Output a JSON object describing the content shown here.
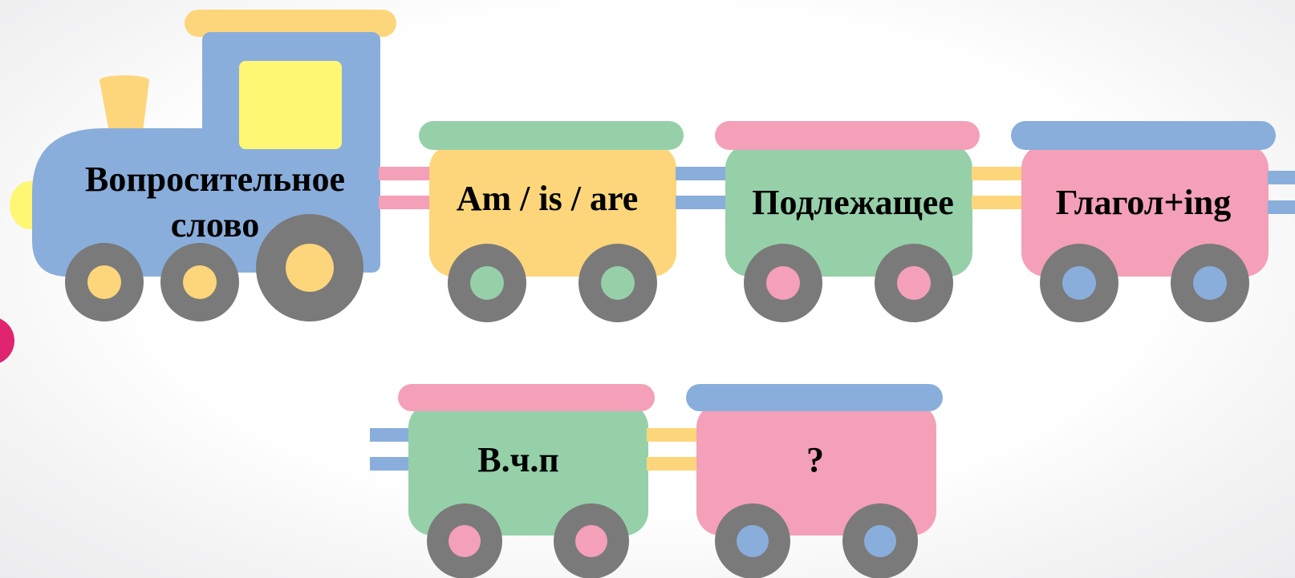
{
  "colors": {
    "blue": "#8aaedb",
    "pink": "#f4a0b8",
    "green": "#95d0a9",
    "yellow": "#fdd67b",
    "bright_yellow": "#fef773",
    "wheel_gray": "#7a7a7a",
    "magenta": "#e0246f"
  },
  "train_top": {
    "locomotive": {
      "label_line1": "Вопросительное",
      "label_line2": "слово"
    },
    "cars": [
      {
        "label": "Am / is / are"
      },
      {
        "label": "Подлежащее"
      },
      {
        "label": "Глагол+ing"
      }
    ]
  },
  "train_bottom": {
    "cars": [
      {
        "label": "В.ч.п"
      },
      {
        "label": "?"
      }
    ]
  }
}
